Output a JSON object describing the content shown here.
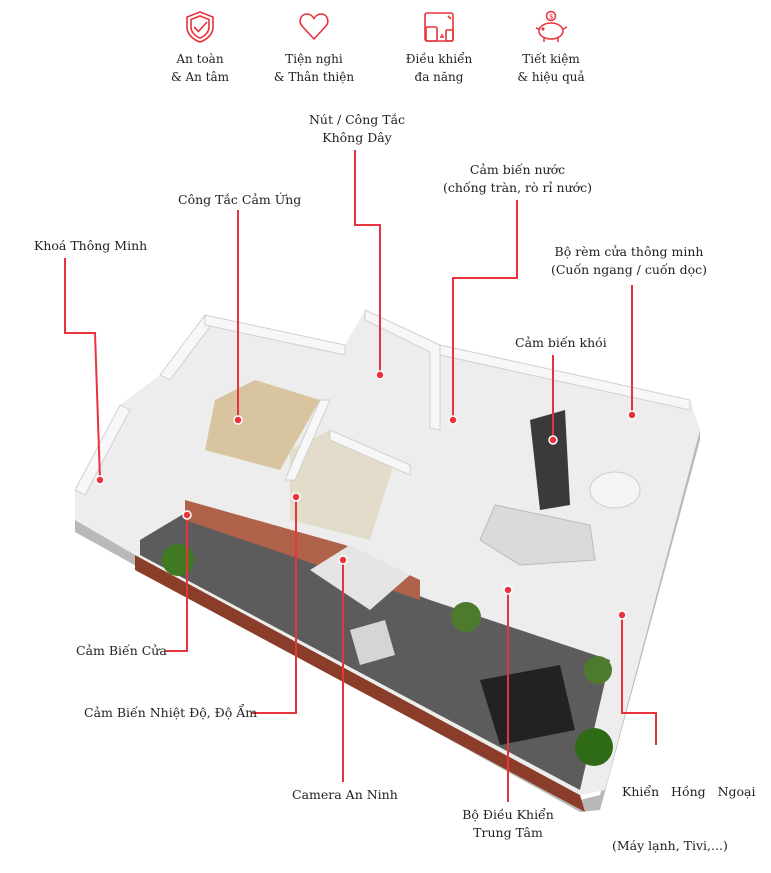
{
  "accent_color": "#e8323c",
  "features": [
    {
      "icon": "shield-check-icon",
      "line1": "An toàn",
      "line2": "& An tâm"
    },
    {
      "icon": "heart-icon",
      "line1": "Tiện nghi",
      "line2": "& Thân thiện"
    },
    {
      "icon": "multi-device-icon",
      "line1": "Điều khiển",
      "line2": "đa năng"
    },
    {
      "icon": "piggy-bank-icon",
      "line1": "Tiết kiệm",
      "line2": "& hiệu quả"
    }
  ],
  "labels": {
    "wireless_switch": {
      "line1": "Nút / Công Tắc",
      "line2": "Không Dây"
    },
    "touch_switch": "Công Tắc Cảm Ứng",
    "water_sensor": {
      "line1": "Cảm biến nước",
      "line2": "(chống tràn, rò rỉ nước)"
    },
    "smart_lock": "Khoá Thông Minh",
    "smart_curtain": {
      "line1": "Bộ rèm cửa thông minh",
      "line2": "(Cuốn ngang / cuốn dọc)"
    },
    "smoke_sensor": "Cảm biến khói",
    "door_sensor": "Cảm Biến Cửa",
    "temp_humidity_sensor": "Cảm Biến Nhiệt Độ, Độ Ẩm",
    "security_camera": "Camera An Ninh",
    "central_controller": {
      "line1": "Bộ Điều Khiển",
      "line2": "Trung Tâm"
    },
    "ir_controller": {
      "line1": "Khiển   Hồng   Ngoại",
      "line2": "(Máy lạnh, Tivi,...)"
    }
  }
}
